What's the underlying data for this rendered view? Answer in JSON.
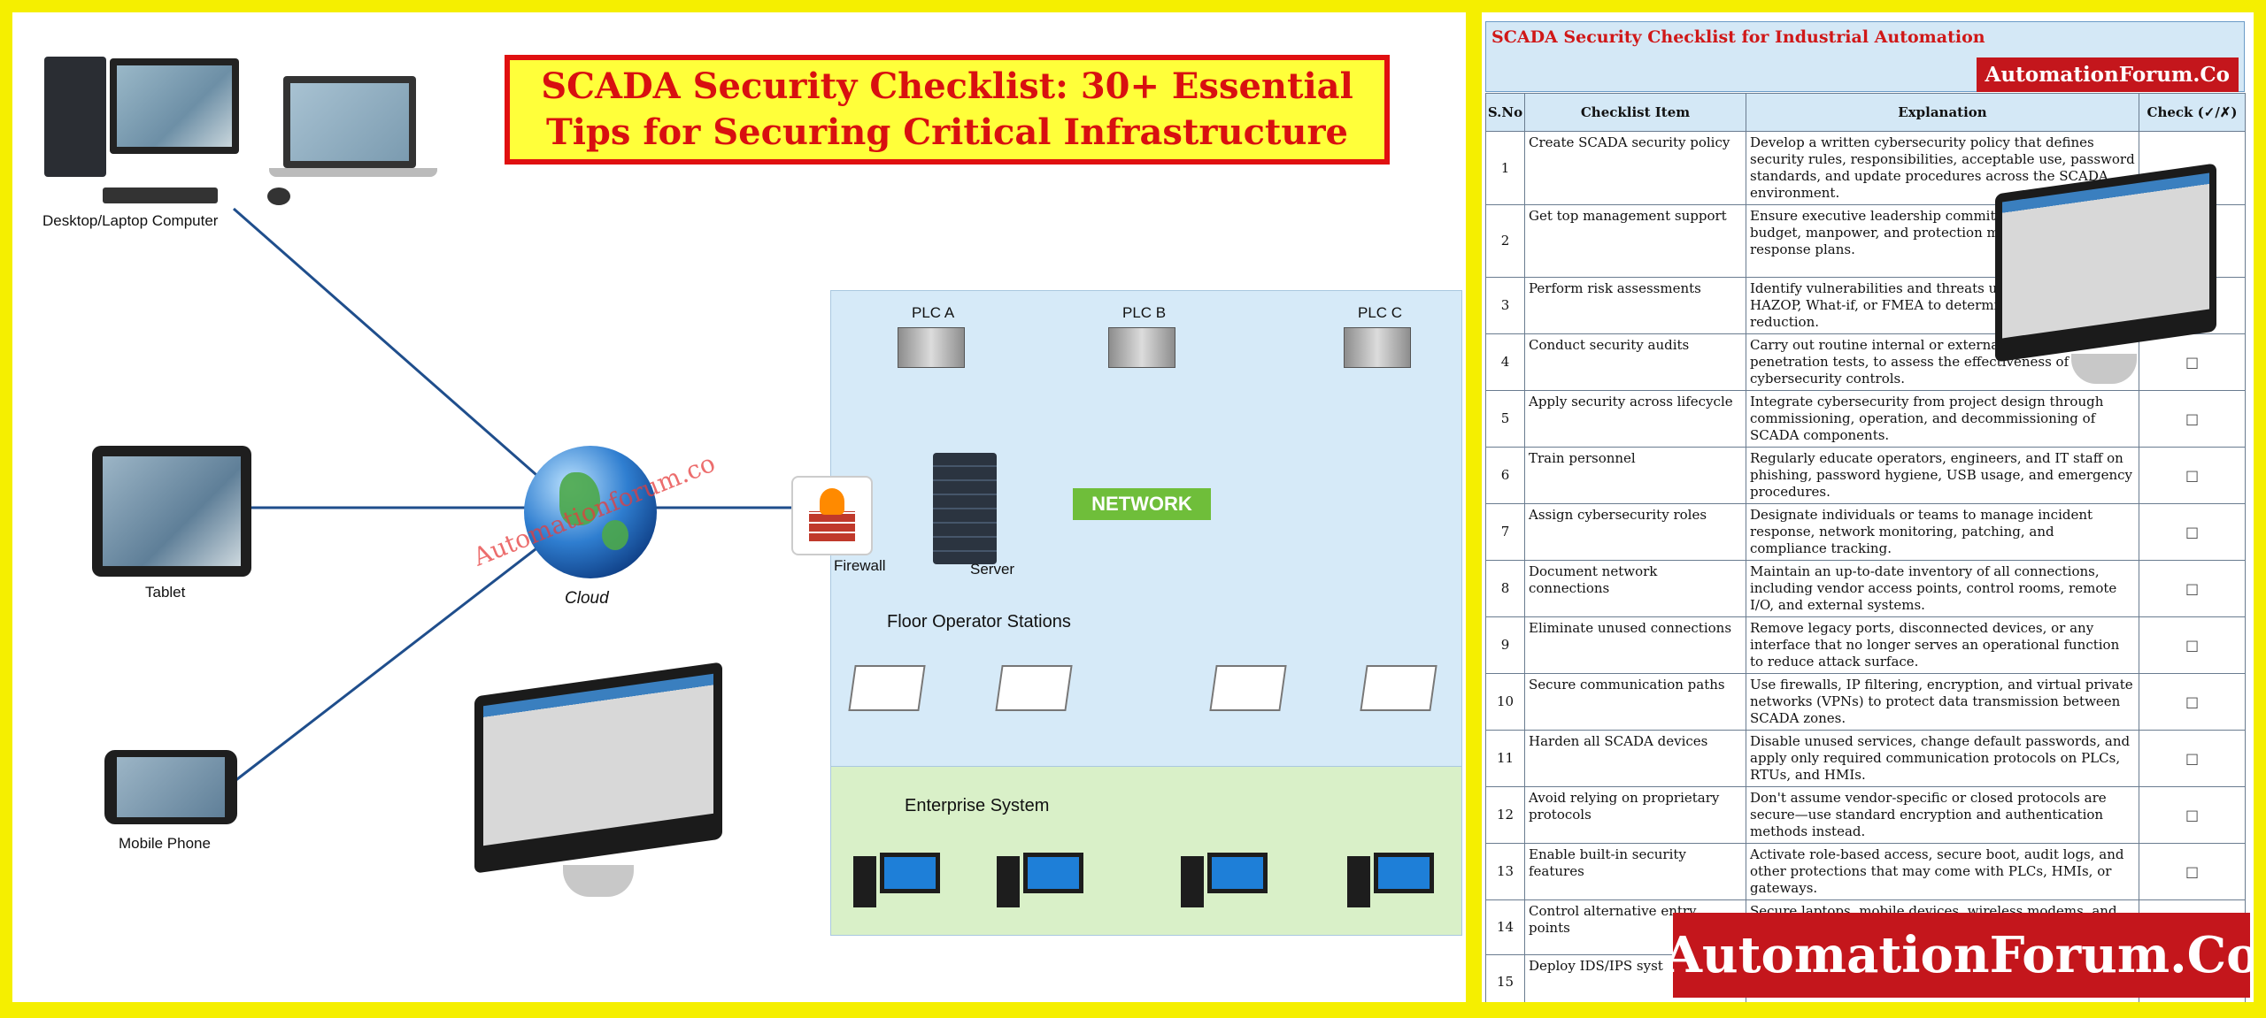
{
  "title": {
    "line1": "SCADA Security Checklist: 30+ Essential",
    "line2": "Tips for Securing Critical Infrastructure"
  },
  "diagram": {
    "devices": {
      "desktop": "Desktop/Laptop Computer",
      "tablet": "Tablet",
      "mobile": "Mobile Phone",
      "cloud": "Cloud"
    },
    "network": {
      "plc_a": "PLC A",
      "plc_b": "PLC B",
      "plc_c": "PLC C",
      "firewall": "Firewall",
      "server": "Server",
      "network": "NETWORK",
      "floor": "Floor Operator Stations",
      "enterprise": "Enterprise System"
    },
    "watermark": "Automationforum.co"
  },
  "checklist": {
    "title": "SCADA Security Checklist for Industrial Automation",
    "brand": "AutomationForum.Co",
    "headers": [
      "S.No",
      "Checklist Item",
      "Explanation",
      "Check (✓/✗)"
    ],
    "rows": [
      {
        "no": "1",
        "item": "Create SCADA security policy",
        "explanation": "Develop a written cybersecurity policy that defines security rules, responsibilities, acceptable use, password standards, and update procedures across the SCADA environment.",
        "check": ""
      },
      {
        "no": "2",
        "item": "Get top management support",
        "explanation": "Ensure executive leadership commitment by allocating budget, manpower, and protection measures and response plans.",
        "check": ""
      },
      {
        "no": "3",
        "item": "Perform risk assessments",
        "explanation": "Identify vulnerabilities and threats using techniques like HAZOP, What-if, or FMEA to determine necessary risk reduction.",
        "check": ""
      },
      {
        "no": "4",
        "item": "Conduct security audits",
        "explanation": "Carry out routine internal or external audits and penetration tests, to assess the effectiveness of cybersecurity controls.",
        "check": "□"
      },
      {
        "no": "5",
        "item": "Apply security across lifecycle",
        "explanation": "Integrate cybersecurity from project design through commissioning, operation, and decommissioning of SCADA components.",
        "check": "□"
      },
      {
        "no": "6",
        "item": "Train personnel",
        "explanation": "Regularly educate operators, engineers, and IT staff on phishing, password hygiene, USB usage, and emergency procedures.",
        "check": "□"
      },
      {
        "no": "7",
        "item": "Assign cybersecurity roles",
        "explanation": "Designate individuals or teams to manage incident response, network monitoring, patching, and compliance tracking.",
        "check": "□"
      },
      {
        "no": "8",
        "item": "Document network connections",
        "explanation": "Maintain an up-to-date inventory of all connections, including vendor access points, control rooms, remote I/O, and external systems.",
        "check": "□"
      },
      {
        "no": "9",
        "item": "Eliminate unused connections",
        "explanation": "Remove legacy ports, disconnected devices, or any interface that no longer serves an operational function to reduce attack surface.",
        "check": "□"
      },
      {
        "no": "10",
        "item": "Secure communication paths",
        "explanation": "Use firewalls, IP filtering, encryption, and virtual private networks (VPNs) to protect data transmission between SCADA zones.",
        "check": "□"
      },
      {
        "no": "11",
        "item": "Harden all SCADA devices",
        "explanation": "Disable unused services, change default passwords, and apply only required communication protocols on PLCs, RTUs, and HMIs.",
        "check": "□"
      },
      {
        "no": "12",
        "item": "Avoid relying on proprietary protocols",
        "explanation": "Don't assume vendor-specific or closed protocols are secure—use standard encryption and authentication methods instead.",
        "check": "□"
      },
      {
        "no": "13",
        "item": "Enable built-in security features",
        "explanation": "Activate role-based access, secure boot, audit logs, and other protections that may come with PLCs, HMIs, or gateways.",
        "check": "□"
      },
      {
        "no": "14",
        "item": "Control alternative entry points",
        "explanation": "Secure laptops, mobile devices, wireless modems, and",
        "check": ""
      },
      {
        "no": "15",
        "item": "Deploy IDS/IPS syst",
        "explanation": "",
        "check": ""
      }
    ],
    "footer_brand": "AutomationForum.Co"
  },
  "colors": {
    "frame": "#f5ef00",
    "title_red": "#d81010",
    "brand_red": "#c4161c",
    "network_green": "#6fbe3a",
    "line_blue": "#1f4e8c"
  }
}
